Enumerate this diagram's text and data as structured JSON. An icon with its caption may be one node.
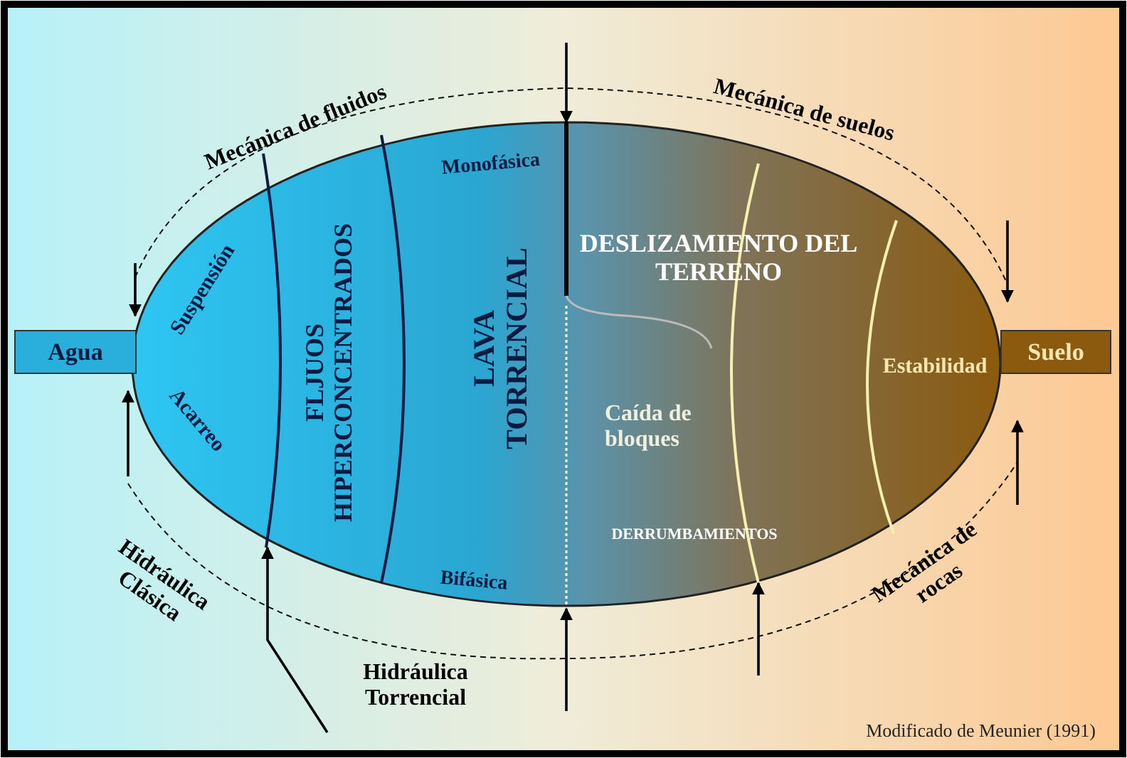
{
  "diagram": {
    "caption": "Modificado de Meunier (1991)",
    "nodes": [
      {
        "text": [
          "Agua"
        ]
      },
      {
        "text": [
          "Suelo"
        ]
      }
    ],
    "edges": [],
    "labels": [
      "Mecánica de fluidos",
      "Mecánica de suelos",
      "Monofásica",
      "Suspensión",
      "FLJUOS HIPERCONCENTRADOS",
      "LAVA TORRENCIAL",
      "DESLIZAMIENTO DEL TERRENO",
      "Estabilidad",
      "Acarreo",
      "Caída de bloques",
      "DERRUMBAMIENTOS",
      "Bifásica",
      "Hidráulica Clásica",
      "Mecánica de rocas",
      "Hidráulica Torrencial"
    ]
  }
}
